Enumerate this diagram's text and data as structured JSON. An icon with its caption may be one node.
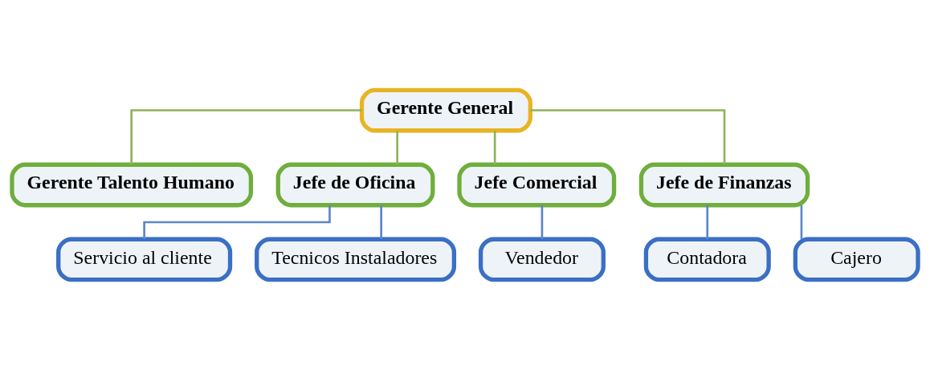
{
  "diagram": {
    "nodes": [
      {
        "text": [
          "Gerente General"
        ]
      },
      {
        "text": [
          "Gerente Talento Humano"
        ]
      },
      {
        "text": [
          "Jefe de Oficina"
        ]
      },
      {
        "text": [
          "Jefe Comercial"
        ]
      },
      {
        "text": [
          "Jefe de Finanzas"
        ]
      },
      {
        "text": [
          "Servicio al cliente"
        ]
      },
      {
        "text": [
          "Tecnicos Instaladores"
        ]
      },
      {
        "text": [
          "Vendedor"
        ]
      },
      {
        "text": [
          "Contadora"
        ]
      },
      {
        "text": [
          "Cajero"
        ]
      }
    ],
    "edges": [
      {
        "from": 0,
        "to": 1,
        "arrow": "none",
        "color": "#8cb45a"
      },
      {
        "from": 0,
        "to": 2,
        "arrow": "none",
        "color": "#8cb45a"
      },
      {
        "from": 0,
        "to": 3,
        "arrow": "none",
        "color": "#8cb45a"
      },
      {
        "from": 0,
        "to": 4,
        "arrow": "none",
        "color": "#8cb45a"
      },
      {
        "from": 2,
        "to": 5,
        "arrow": "none"
      },
      {
        "from": 2,
        "to": 6,
        "arrow": "none"
      },
      {
        "from": 3,
        "to": 7,
        "arrow": "none"
      },
      {
        "from": 4,
        "to": 8,
        "arrow": "none"
      },
      {
        "from": 4,
        "to": 9,
        "arrow": "none"
      }
    ]
  }
}
